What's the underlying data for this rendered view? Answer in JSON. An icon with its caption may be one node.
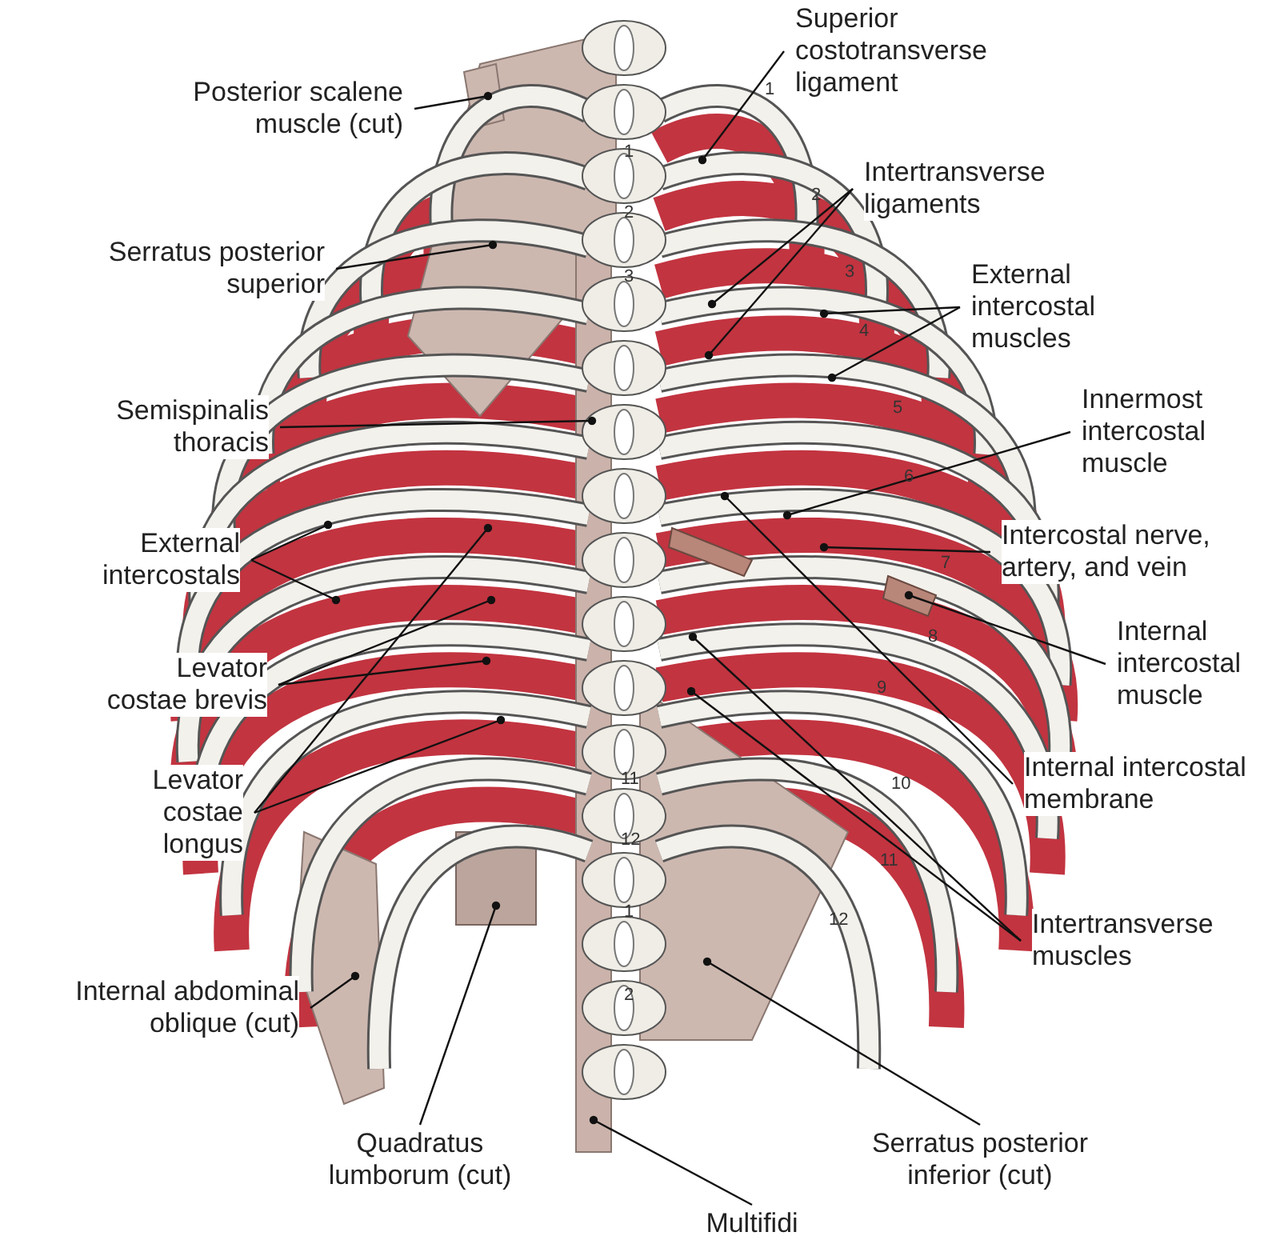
{
  "diagram": {
    "nodes": [
      {
        "text": [
          "Posterior scalene muscle (cut)"
        ]
      },
      {
        "text": [
          "Serratus posterior superior"
        ]
      },
      {
        "text": [
          "Semispinalis thoracis"
        ]
      },
      {
        "text": [
          "External intercostals"
        ]
      },
      {
        "text": [
          "Levator costae brevis"
        ]
      },
      {
        "text": [
          "Levator costae longus"
        ]
      },
      {
        "text": [
          "Internal abdominal oblique (cut)"
        ]
      },
      {
        "text": [
          "Quadratus lumborum (cut)"
        ]
      },
      {
        "text": [
          "Superior costotransverse ligament"
        ]
      },
      {
        "text": [
          "Intertransverse ligaments"
        ]
      },
      {
        "text": [
          "External intercostal muscles"
        ]
      },
      {
        "text": [
          "Innermost intercostal muscle"
        ]
      },
      {
        "text": [
          "Intercostal nerve, artery, and vein"
        ]
      },
      {
        "text": [
          "Internal intercostal muscle"
        ]
      },
      {
        "text": [
          "Internal intercostal membrane"
        ]
      },
      {
        "text": [
          "Intertransverse muscles"
        ]
      },
      {
        "text": [
          "Serratus posterior inferior (cut)"
        ]
      },
      {
        "text": [
          "Multifidi"
        ]
      }
    ],
    "edges": [
      {
        "from": 0,
        "to": null,
        "arrow": "other"
      },
      {
        "from": 1,
        "to": null,
        "arrow": "other"
      },
      {
        "from": 2,
        "to": null,
        "arrow": "other"
      },
      {
        "from": 3,
        "to": null,
        "arrow": "other"
      },
      {
        "from": 3,
        "to": null,
        "arrow": "other"
      },
      {
        "from": 4,
        "to": null,
        "arrow": "other"
      },
      {
        "from": 4,
        "to": null,
        "arrow": "other"
      },
      {
        "from": 5,
        "to": null,
        "arrow": "other"
      },
      {
        "from": 5,
        "to": null,
        "arrow": "other"
      },
      {
        "from": 6,
        "to": null,
        "arrow": "other"
      },
      {
        "from": 7,
        "to": null,
        "arrow": "other"
      },
      {
        "from": 8,
        "to": null,
        "arrow": "other"
      },
      {
        "from": 9,
        "to": null,
        "arrow": "other"
      },
      {
        "from": 9,
        "to": null,
        "arrow": "other"
      },
      {
        "from": 10,
        "to": null,
        "arrow": "other"
      },
      {
        "from": 10,
        "to": null,
        "arrow": "other"
      },
      {
        "from": 11,
        "to": null,
        "arrow": "other"
      },
      {
        "from": 12,
        "to": null,
        "arrow": "other"
      },
      {
        "from": 13,
        "to": null,
        "arrow": "other"
      },
      {
        "from": 14,
        "to": null,
        "arrow": "other"
      },
      {
        "from": 15,
        "to": null,
        "arrow": "other"
      },
      {
        "from": 15,
        "to": null,
        "arrow": "other"
      },
      {
        "from": 16,
        "to": null,
        "arrow": "other"
      },
      {
        "from": 17,
        "to": null,
        "arrow": "other"
      }
    ],
    "labels": [
      "1",
      "2",
      "3",
      "4",
      "5",
      "6",
      "7",
      "8",
      "9",
      "10",
      "11",
      "12",
      "1",
      "2",
      "3",
      "11",
      "12",
      "1",
      "2"
    ]
  }
}
